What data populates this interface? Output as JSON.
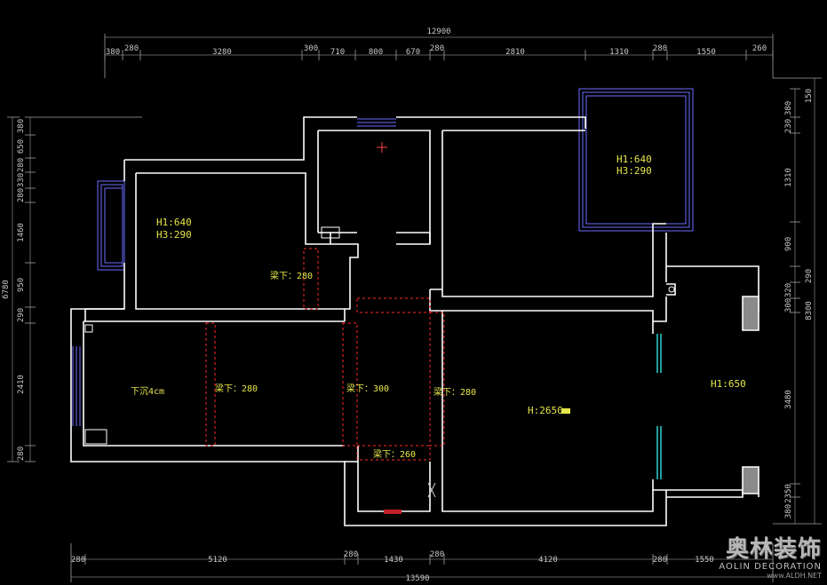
{
  "plan": {
    "top_total": "12900",
    "top_dims": [
      "380",
      "280",
      "3280",
      "300",
      "710",
      "800",
      "670",
      "280",
      "2810",
      "1310",
      "280",
      "1550",
      "260"
    ],
    "bottom_total": "13590",
    "bottom_dims": [
      "280",
      "5120",
      "280",
      "1430",
      "280",
      "4120",
      "280",
      "1550"
    ],
    "left_total": "6780",
    "left_dims": [
      "380",
      "650",
      "280",
      "330",
      "280",
      "1460",
      "950",
      "290",
      "2410",
      "280"
    ],
    "right_total": "8300",
    "right_outer": "290",
    "right_dims": [
      "150",
      "380",
      "230",
      "1310",
      "900",
      "320",
      "300",
      "3480",
      "2350",
      "380"
    ],
    "rooms": {
      "bedroom_left": [
        "H1:640",
        "H3:290"
      ],
      "bedroom_right": [
        "H1:640",
        "H3:290"
      ],
      "balcony": "H1:650",
      "living": "H:2650",
      "sunken": "下沉4cm"
    },
    "beams": [
      "梁下：280",
      "梁下：280",
      "梁下：300",
      "梁下：280",
      "梁下：260"
    ]
  },
  "watermark": {
    "name": "奥林装饰",
    "sub": "AOLIN DECORATION",
    "url": "www.ALDH.NET"
  }
}
